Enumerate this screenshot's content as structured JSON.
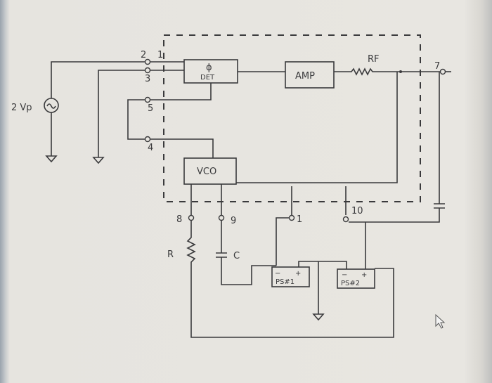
{
  "diagram": {
    "source_label": "2 Vp",
    "blocks": {
      "phase_det_symbol": "ϕ",
      "phase_det": "DET",
      "amp": "AMP",
      "vco": "VCO",
      "ps1": "PS#1",
      "ps2": "PS#2"
    },
    "components": {
      "feedback_resistor": "RF",
      "resistor": "R",
      "capacitor": "C"
    },
    "terminals": [
      "2",
      "1",
      "3",
      "5",
      "4",
      "7",
      "8",
      "9",
      "1",
      "10"
    ],
    "polarity": {
      "minus": "−",
      "plus": "+"
    }
  }
}
